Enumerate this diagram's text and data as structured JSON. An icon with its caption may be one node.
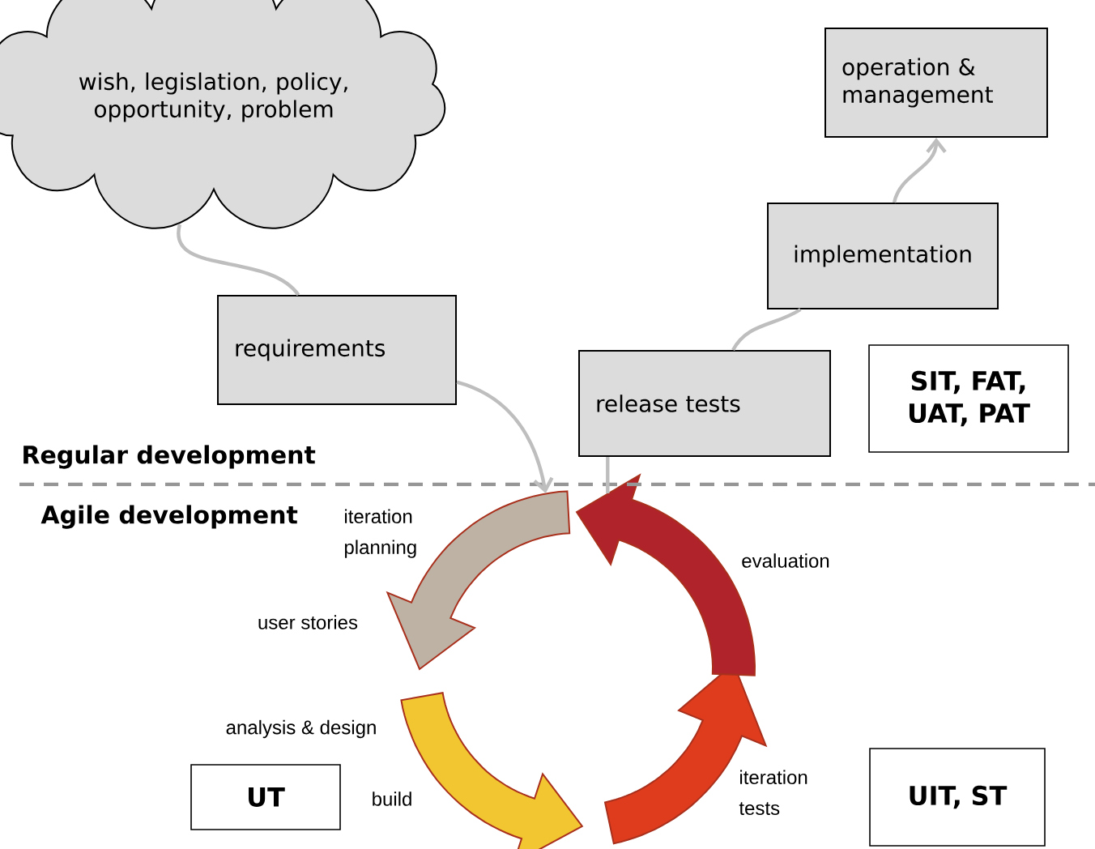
{
  "diagram": {
    "nodes": [
      {
        "text": [
          "wish, legislation, policy, opportunity, problem"
        ]
      },
      {
        "text": [
          "requirements"
        ]
      },
      {
        "text": [
          "release tests"
        ]
      },
      {
        "text": [
          "implementation"
        ]
      },
      {
        "text": [
          "operation & management"
        ]
      },
      {
        "text": [
          "SIT, FAT, UAT, PAT"
        ]
      },
      {
        "text": [
          "UT"
        ]
      },
      {
        "text": [
          "UIT, ST"
        ]
      },
      {
        "text": [],
        "shape": "cycle"
      }
    ],
    "edges": [
      {
        "from": 0,
        "to": 1,
        "arrow": "none"
      },
      {
        "from": 1,
        "to": 8,
        "arrow": "to"
      },
      {
        "from": 8,
        "to": 2,
        "arrow": "none"
      },
      {
        "from": 2,
        "to": 3,
        "arrow": "none"
      },
      {
        "from": 3,
        "to": 4,
        "arrow": "to"
      }
    ],
    "labels": [
      "Regular development",
      "Agile development",
      "iteration planning",
      "user stories",
      "analysis & design",
      "build",
      "iteration tests",
      "evaluation"
    ]
  }
}
